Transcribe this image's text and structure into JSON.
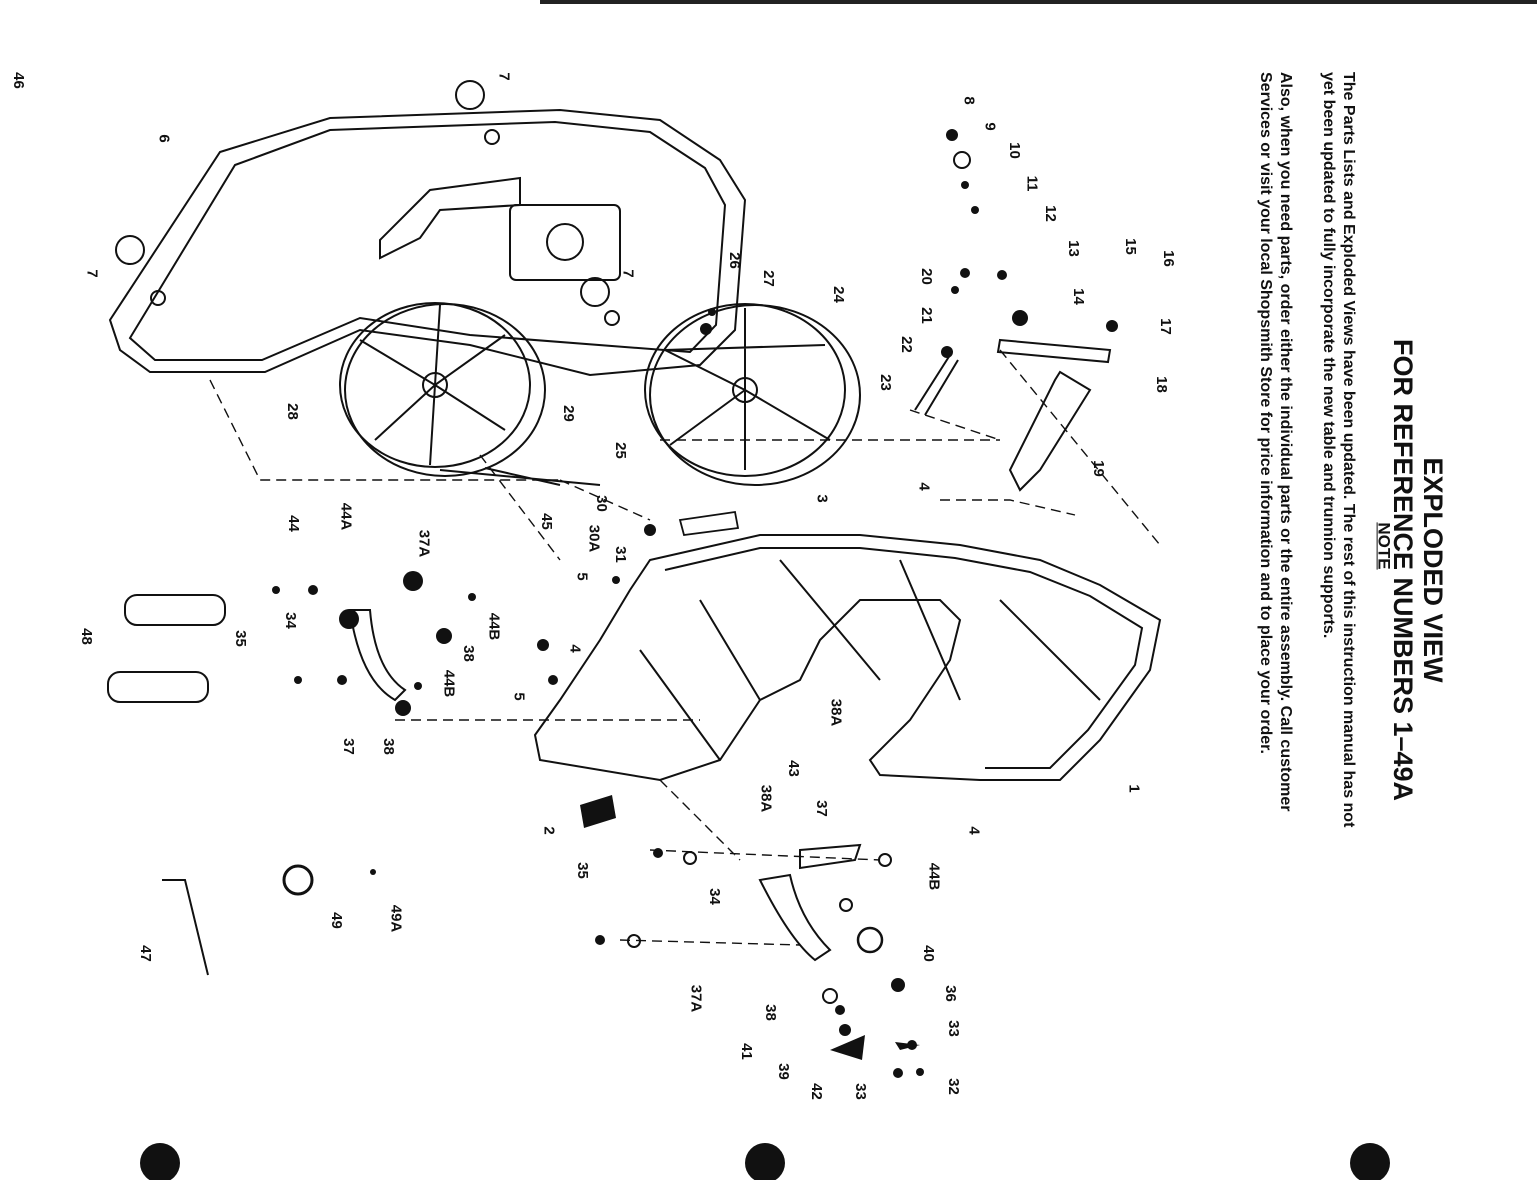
{
  "page": {
    "number": "46"
  },
  "title": {
    "line1": "EXPLODED VIEW",
    "line2": "FOR REFERENCE NUMBERS 1–49A"
  },
  "note": {
    "heading": "NOTE",
    "line1": "The Parts Lists and Exploded Views have been updated. The rest of this instruction manual has not",
    "line2": "yet been updated to fully incorporate the new table and trunnion supports.",
    "line3": "Also, when you need parts, order either the individual parts or the entire assembly. Call customer",
    "line4": "Services or visit your local Shopsmith Store for price information and to place your order."
  },
  "callouts": [
    {
      "id": "c8",
      "label": "8"
    },
    {
      "id": "c9",
      "label": "9"
    },
    {
      "id": "c10",
      "label": "10"
    },
    {
      "id": "c11",
      "label": "11"
    },
    {
      "id": "c12",
      "label": "12"
    },
    {
      "id": "c13",
      "label": "13"
    },
    {
      "id": "c14",
      "label": "14"
    },
    {
      "id": "c15",
      "label": "15"
    },
    {
      "id": "c16",
      "label": "16"
    },
    {
      "id": "c17",
      "label": "17"
    },
    {
      "id": "c18",
      "label": "18"
    },
    {
      "id": "c19",
      "label": "19"
    },
    {
      "id": "c20",
      "label": "20"
    },
    {
      "id": "c21",
      "label": "21"
    },
    {
      "id": "c22",
      "label": "22"
    },
    {
      "id": "c23",
      "label": "23"
    },
    {
      "id": "c24",
      "label": "24"
    },
    {
      "id": "c25",
      "label": "25"
    },
    {
      "id": "c26",
      "label": "26"
    },
    {
      "id": "c27",
      "label": "27"
    },
    {
      "id": "c28",
      "label": "28"
    },
    {
      "id": "c29",
      "label": "29"
    },
    {
      "id": "c30",
      "label": "30"
    },
    {
      "id": "c30a",
      "label": "30A"
    },
    {
      "id": "c31",
      "label": "31"
    },
    {
      "id": "c3",
      "label": "3"
    },
    {
      "id": "c4a",
      "label": "4"
    },
    {
      "id": "c4b",
      "label": "4"
    },
    {
      "id": "c4c",
      "label": "4"
    },
    {
      "id": "c5a",
      "label": "5"
    },
    {
      "id": "c5b",
      "label": "5"
    },
    {
      "id": "c6",
      "label": "6"
    },
    {
      "id": "c7a",
      "label": "7"
    },
    {
      "id": "c7b",
      "label": "7"
    },
    {
      "id": "c7c",
      "label": "7"
    },
    {
      "id": "c1",
      "label": "1"
    },
    {
      "id": "c2",
      "label": "2"
    },
    {
      "id": "c45",
      "label": "45"
    },
    {
      "id": "c44",
      "label": "44"
    },
    {
      "id": "c44a",
      "label": "44A"
    },
    {
      "id": "c37a1",
      "label": "37A"
    },
    {
      "id": "c44b1",
      "label": "44B"
    },
    {
      "id": "c38a",
      "label": "38"
    },
    {
      "id": "c44b2",
      "label": "44B"
    },
    {
      "id": "c34a",
      "label": "34"
    },
    {
      "id": "c35a",
      "label": "35"
    },
    {
      "id": "c37a",
      "label": "37"
    },
    {
      "id": "c38b",
      "label": "38"
    },
    {
      "id": "c48",
      "label": "48"
    },
    {
      "id": "c38A1",
      "label": "38A"
    },
    {
      "id": "c43",
      "label": "43"
    },
    {
      "id": "c38A2",
      "label": "38A"
    },
    {
      "id": "c37b",
      "label": "37"
    },
    {
      "id": "c44b3",
      "label": "44B"
    },
    {
      "id": "c35b",
      "label": "35"
    },
    {
      "id": "c34b",
      "label": "34"
    },
    {
      "id": "c40",
      "label": "40"
    },
    {
      "id": "c36",
      "label": "36"
    },
    {
      "id": "c33a",
      "label": "33"
    },
    {
      "id": "c32",
      "label": "32"
    },
    {
      "id": "c33b",
      "label": "33"
    },
    {
      "id": "c42",
      "label": "42"
    },
    {
      "id": "c39",
      "label": "39"
    },
    {
      "id": "c41",
      "label": "41"
    },
    {
      "id": "c38c",
      "label": "38"
    },
    {
      "id": "c37A2",
      "label": "37A"
    },
    {
      "id": "c49",
      "label": "49"
    },
    {
      "id": "c49a",
      "label": "49A"
    },
    {
      "id": "c47",
      "label": "47"
    }
  ]
}
